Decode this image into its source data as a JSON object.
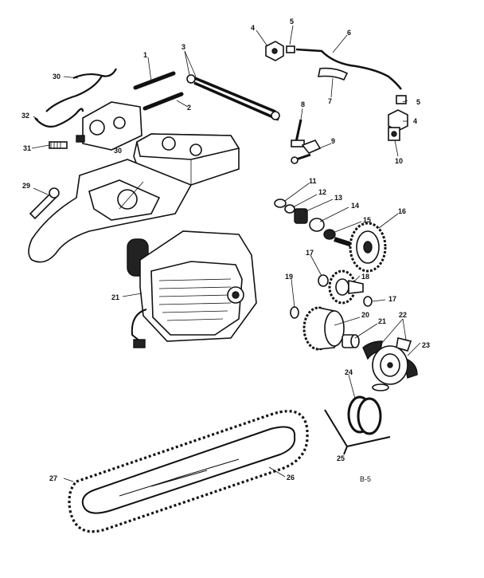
{
  "figure_id": "B-5",
  "callouts": [
    "1",
    "2",
    "3",
    "4",
    "5",
    "6",
    "7",
    "8",
    "9",
    "10",
    "11",
    "12",
    "13",
    "14",
    "15",
    "16",
    "17",
    "18",
    "19",
    "20",
    "21",
    "22",
    "23",
    "24",
    "25",
    "26",
    "27",
    "29",
    "30",
    "31",
    "32"
  ],
  "colors": {
    "ink": "#111111",
    "paper": "#ffffff"
  }
}
